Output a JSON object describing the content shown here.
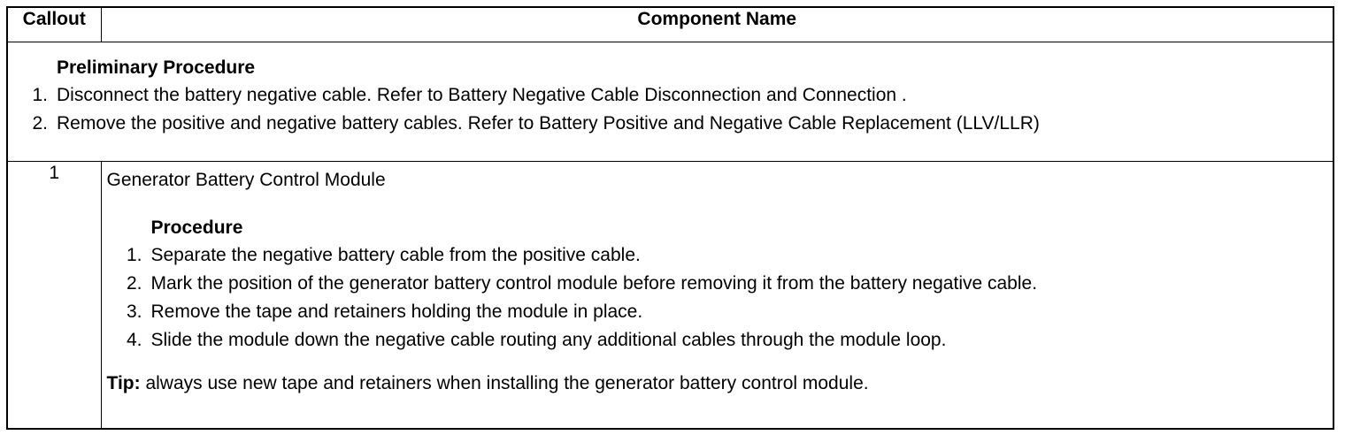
{
  "table": {
    "headers": {
      "callout": "Callout",
      "component_name": "Component Name"
    },
    "preliminary": {
      "title": "Preliminary Procedure",
      "steps": [
        {
          "num": "1.",
          "text": "Disconnect the battery negative cable. Refer to Battery Negative Cable Disconnection and Connection ."
        },
        {
          "num": "2.",
          "text": "Remove the positive and negative battery cables. Refer to Battery Positive and Negative Cable Replacement (LLV/LLR)"
        }
      ]
    },
    "rows": [
      {
        "callout": "1",
        "component": "Generator Battery Control Module",
        "procedure_title": "Procedure",
        "steps": [
          {
            "num": "1.",
            "text": "Separate the negative battery cable from the positive cable."
          },
          {
            "num": "2.",
            "text": "Mark the position of the generator battery control module before removing it from the battery negative cable."
          },
          {
            "num": "3.",
            "text": "Remove the tape and retainers holding the module in place."
          },
          {
            "num": "4.",
            "text": "Slide the module down the negative cable routing any additional cables through the module loop."
          }
        ],
        "tip_label": "Tip:",
        "tip_text": " always use new tape and retainers when installing the generator battery control module."
      }
    ]
  }
}
